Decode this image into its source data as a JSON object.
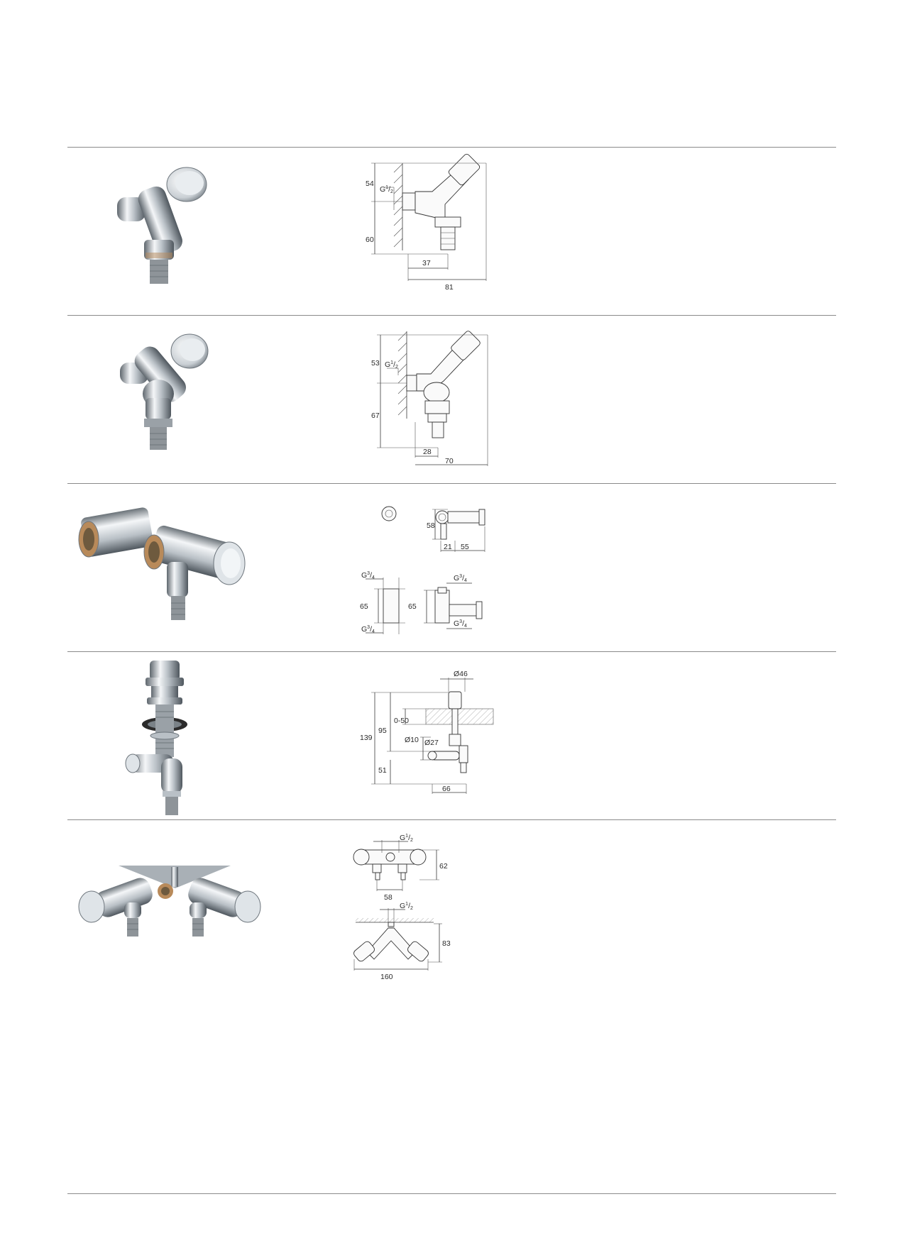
{
  "colors": {
    "rule": "#8a8a8a",
    "chrome_light": "#f4f6f8",
    "chrome_mid": "#b9c0c6",
    "chrome_dark": "#5f676e",
    "hose_grey": "#8e9499",
    "brass": "#b88a5a",
    "seal_black": "#2b2b2b"
  },
  "products": [
    {
      "icon": "angle-washing-machine-valve-icon",
      "dims": {
        "top": "54",
        "thread": "G",
        "thread_sup": "1",
        "thread_sub": "2",
        "height": "60",
        "offset": "37",
        "width": "81"
      }
    },
    {
      "icon": "angle-valve-with-check-valve-icon",
      "dims": {
        "top": "53",
        "thread": "G",
        "thread_sup": "1",
        "thread_sub": "2",
        "height": "67",
        "offset": "28",
        "width": "70"
      }
    },
    {
      "icon": "extension-and-angle-valve-icon",
      "dims": {
        "height_a": "58",
        "offset_a": "21",
        "width_a": "55",
        "thread": "G",
        "thread_sup": "3",
        "thread_sub": "4",
        "len_left": "65",
        "len_right": "65"
      }
    },
    {
      "icon": "concealed-wall-valve-icon",
      "dims": {
        "dia_top": "46",
        "total": "139",
        "range": "0-50",
        "mid": "95",
        "dia_small": "10",
        "dia_mid": "27",
        "bottom": "51",
        "offset": "66",
        "dia_sym": "Ø"
      }
    },
    {
      "icon": "double-outlet-valve-icon",
      "dims": {
        "thread": "G",
        "thread_sup": "1",
        "thread_sub": "2",
        "depth": "62",
        "spacing": "58",
        "height": "83",
        "width": "160"
      }
    }
  ]
}
